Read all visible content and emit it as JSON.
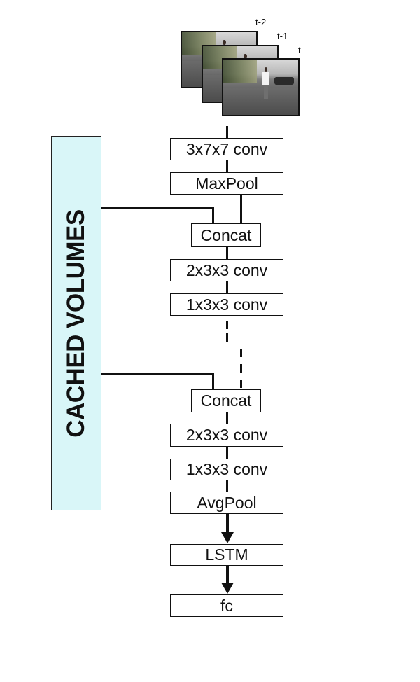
{
  "input_frames": {
    "labels": [
      "t-2",
      "t-1",
      "t"
    ]
  },
  "cached_volumes": {
    "label": "CACHED VOLUMES"
  },
  "layers": {
    "conv_3x7x7": "3x7x7 conv",
    "maxpool": "MaxPool",
    "concat_1": "Concat",
    "conv_2x3x3_a": "2x3x3 conv",
    "conv_1x3x3_a": "1x3x3 conv",
    "concat_2": "Concat",
    "conv_2x3x3_b": "2x3x3 conv",
    "conv_1x3x3_b": "1x3x3 conv",
    "avgpool": "AvgPool",
    "lstm": "LSTM",
    "fc": "fc"
  },
  "colors": {
    "cached_fill": "#d9f6f8",
    "stroke": "#111111"
  }
}
